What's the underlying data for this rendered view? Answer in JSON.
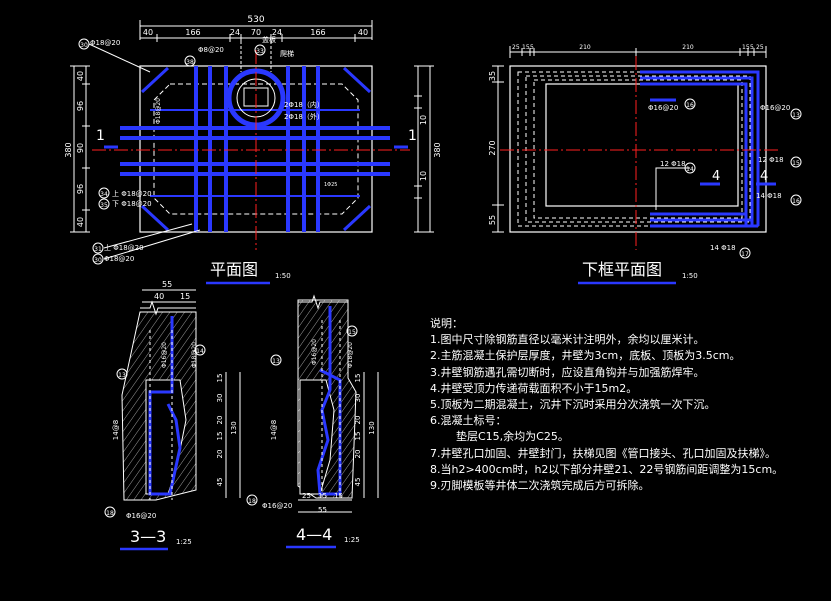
{
  "colors": {
    "bg": "#000000",
    "line": "#ffffff",
    "rebar": "#2a38ff",
    "axis": "#ff2020",
    "hatch": "#9a9a9a",
    "dim": "#ffffff"
  },
  "plan": {
    "title": "平面图",
    "scale": "1:50",
    "top_total": "530",
    "top_dims": [
      "40",
      "166",
      "24",
      "70",
      "24",
      "166",
      "40"
    ],
    "left_dims": [
      "40",
      "96",
      "90",
      "96",
      "40"
    ],
    "left_total": "380",
    "right_dims": [
      "10",
      "10"
    ],
    "right_total": "380",
    "section_mark": "1",
    "labels": {
      "r30": "Φ18@20",
      "r38": "Φ8@20",
      "stairs": "爬梯",
      "cover": "盖板",
      "r37": "Φ18@20",
      "in_ring": "2Φ18（内）",
      "out_ring": "2Φ18（外）",
      "n34": "34",
      "n35": "35",
      "top_bar": "上 Φ18@20",
      "bot_bar": "下 Φ18@20",
      "b31": "上 Φ18@20",
      "b30": "Φ18@20",
      "center_note": "1Φ25"
    },
    "circle_nums": [
      "30",
      "38",
      "33",
      "34",
      "35",
      "31",
      "30"
    ]
  },
  "frame": {
    "title": "下框平面图",
    "scale": "1:50",
    "top_dims": [
      "25",
      "15",
      "5",
      "210",
      "210",
      "15",
      "5",
      "25"
    ],
    "left_dims": [
      "35",
      "270",
      "55"
    ],
    "section_mark": "4",
    "labels": {
      "r1": "Φ16@20",
      "r2": "Φ16@20",
      "r3": "12 Φ18",
      "r4": "12 Φ18",
      "r5": "14 Φ18",
      "r6": "14 Φ18"
    },
    "circle_nums": [
      "16",
      "13",
      "14",
      "15",
      "16",
      "17"
    ]
  },
  "sec33": {
    "title": "3—3",
    "scale": "1:25",
    "top_dims": [
      "55",
      "40",
      "15"
    ],
    "left_dims": [
      "14@8"
    ],
    "right_dims": [
      "15",
      "30",
      "20",
      "15",
      "20",
      "130",
      "45"
    ],
    "labels": {
      "a": "Φ16@20",
      "b": "Φ18@20",
      "c": "Φ16@20"
    },
    "circle_nums": [
      "13",
      "14",
      "18"
    ]
  },
  "sec44": {
    "title": "4—4",
    "scale": "1:25",
    "bottom_dims": [
      "25",
      "15",
      "15",
      "55"
    ],
    "left_dims": [
      "14@8"
    ],
    "right_dims": [
      "15",
      "30",
      "20",
      "15",
      "20",
      "130",
      "45"
    ],
    "labels": {
      "a": "Φ16@20",
      "b": "Φ18@20",
      "c": "Φ16@20"
    },
    "circle_nums": [
      "13",
      "15",
      "18"
    ]
  },
  "notes": [
    "说明：",
    "1.图中尺寸除钢筋直径以毫米计注明外，余均以厘米计。",
    "2.主筋混凝土保护层厚度，井壁为3cm，底板、顶板为3.5cm。",
    "3.井壁钢筋遇孔需切断时，应设直角钩并与加强筋焊牢。",
    "4.井壁受顶力传递荷载面积不小于15m2。",
    "5.顶板为二期混凝土，沉井下沉时采用分次浇筑一次下沉。",
    "6.混凝土标号：",
    "垫层C15,余均为C25。",
    "7.井壁孔口加固、井壁封门，扶梯见图《管口接头、孔口加固及扶梯》。",
    "8.当h2>400cm时，h2以下部分井壁21、22号钢筋间距调整为15cm。",
    "9.刃脚模板等井体二次浇筑完成后方可拆除。"
  ]
}
